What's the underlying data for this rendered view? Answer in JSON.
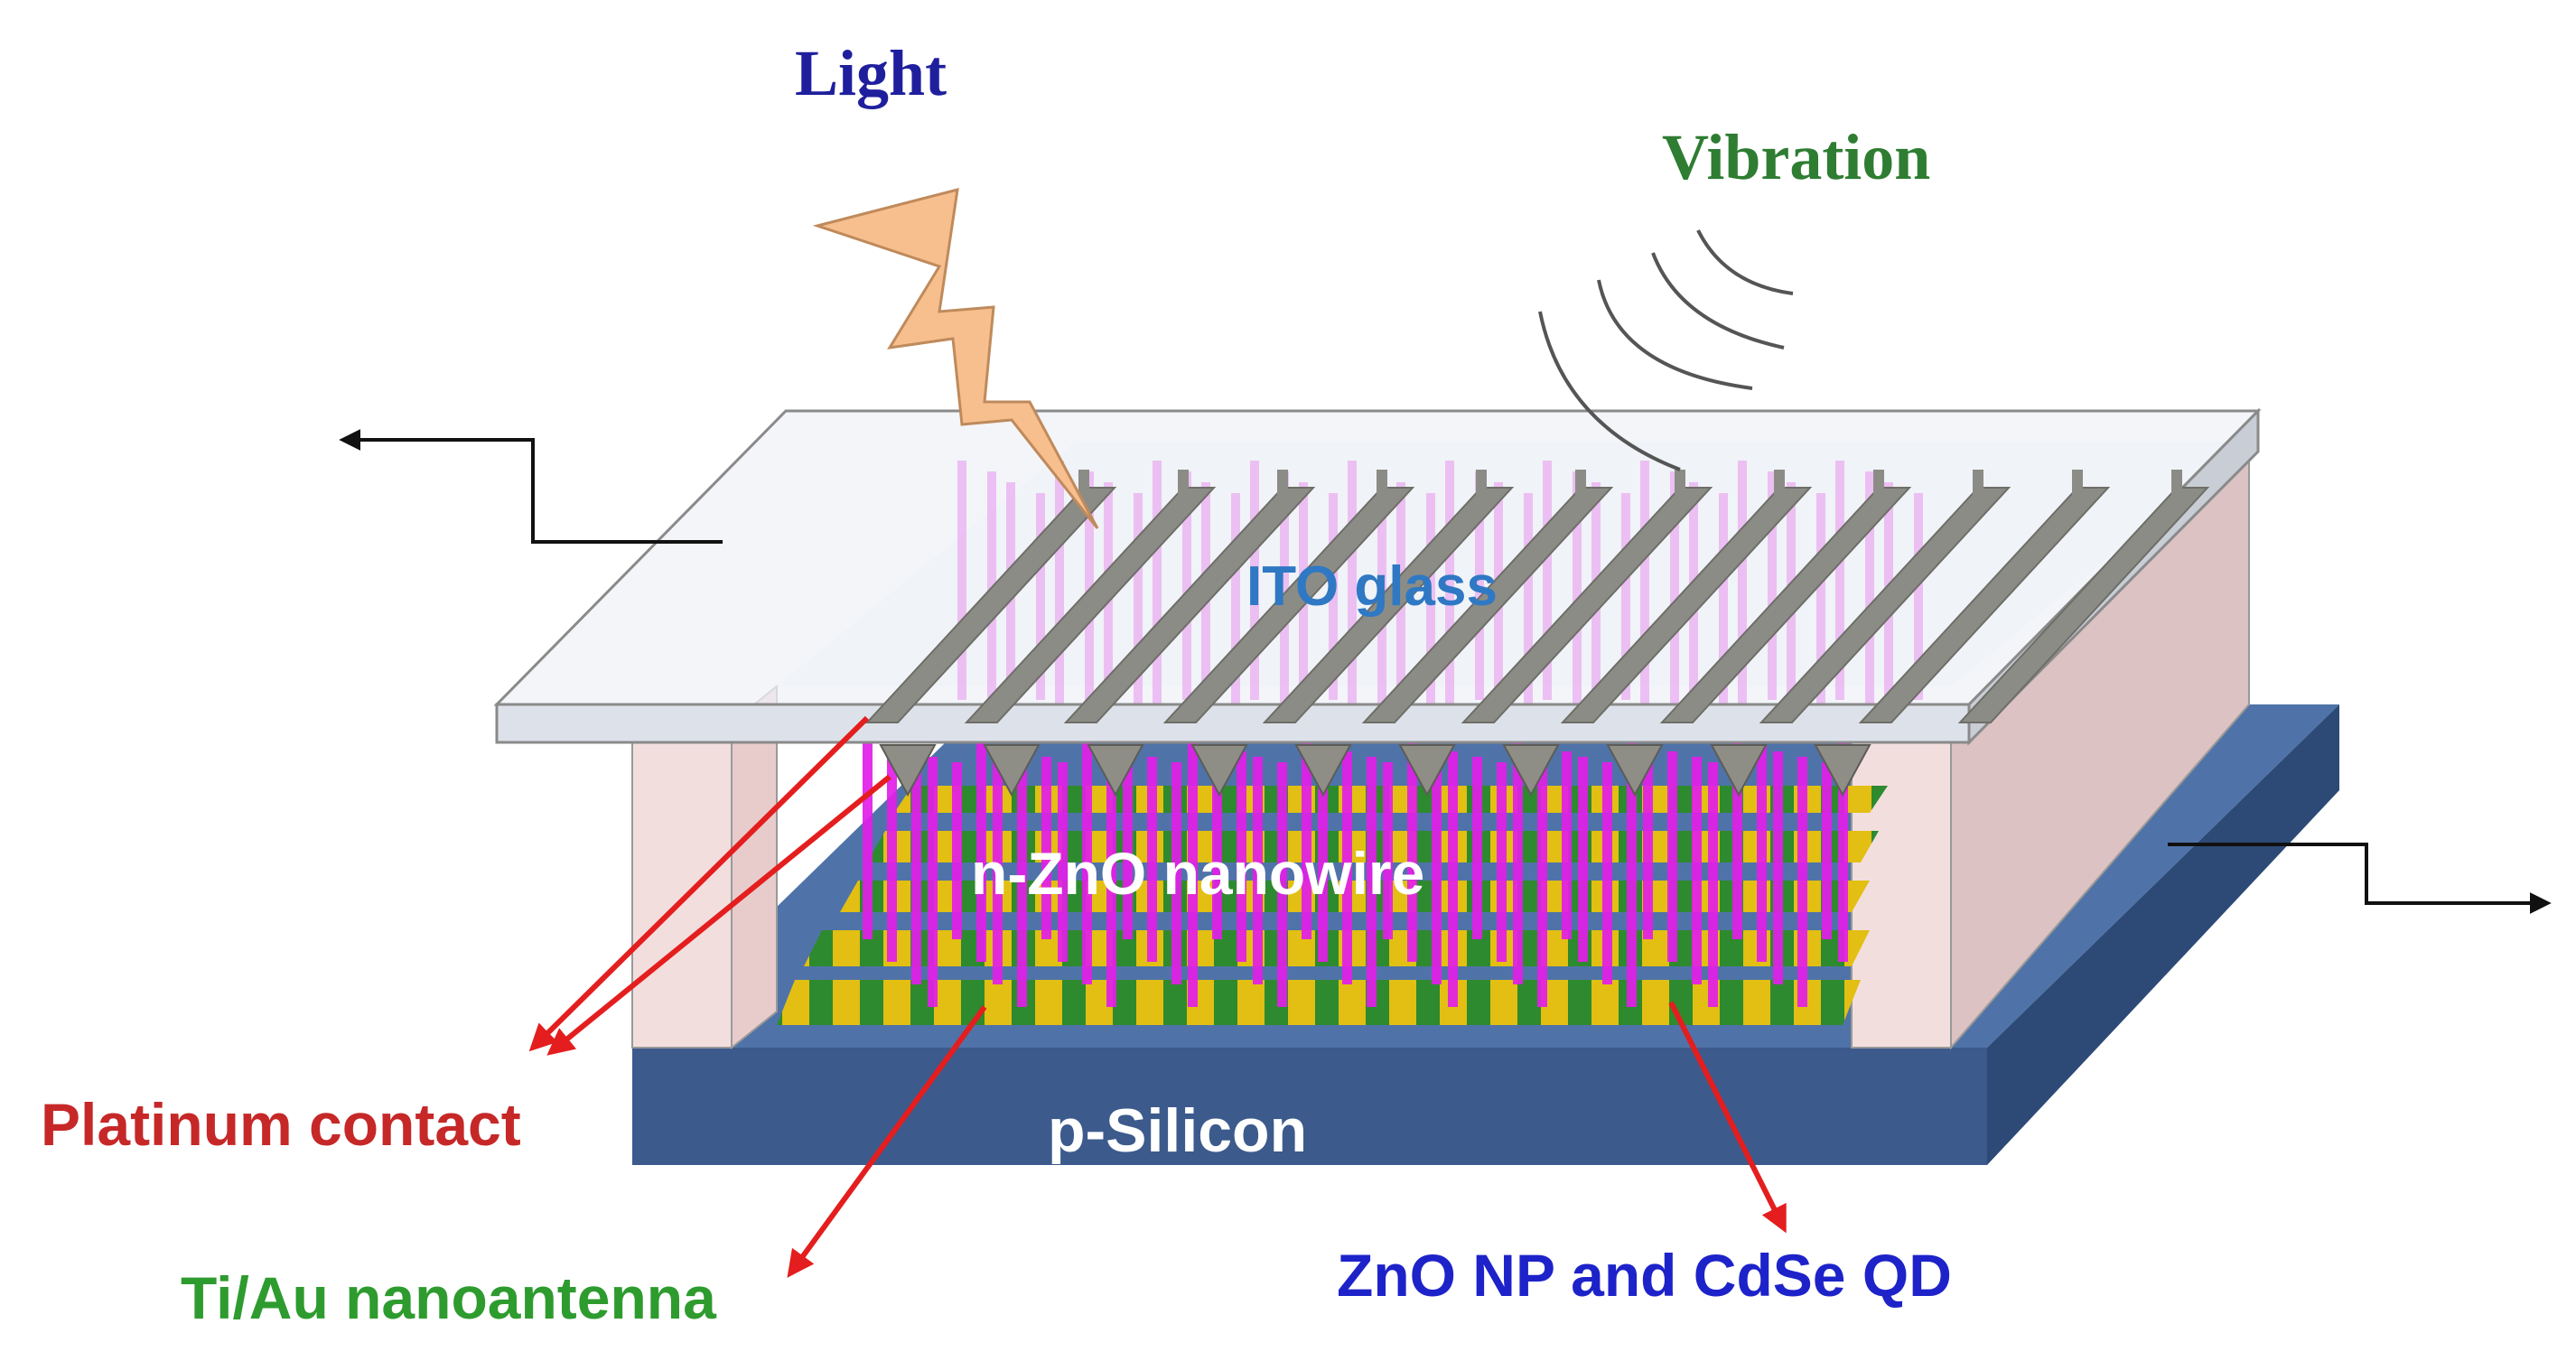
{
  "labels": {
    "light": "Light",
    "vibration": "Vibration",
    "ito_glass": "ITO glass",
    "nanowire": "n-ZnO nanowire",
    "silicon": "p-Silicon",
    "platinum": "Platinum contact",
    "antenna": "Ti/Au nanoantenna",
    "np_qd": "ZnO NP and CdSe QD"
  },
  "colors": {
    "light_label": "#1f1f9e",
    "vibration_label": "#2e7d32",
    "ito_label": "#2f78c4",
    "nanowire_label": "#ffffff",
    "silicon_label": "#ffffff",
    "platinum_label": "#c62828",
    "antenna_label": "#2e9b2e",
    "np_qd_label": "#1d23c9",
    "pointer_arrow": "#e41e1e",
    "nanowire": "#e21ee8",
    "silicon_base": "#3c5a8c",
    "glass": "#eef1f6",
    "spacer": "#f3dede",
    "electrode": "#8c8c86",
    "lightning": "#f7bf8e"
  }
}
